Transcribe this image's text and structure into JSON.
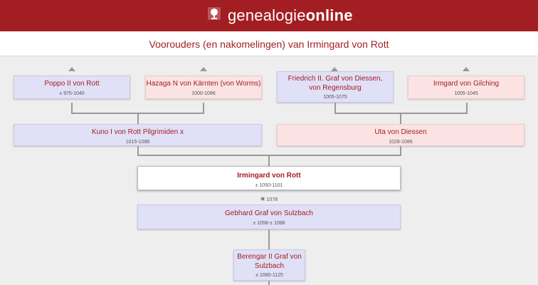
{
  "header": {
    "brand_regular": "genealogie",
    "brand_bold": "online"
  },
  "page": {
    "title": "Voorouders (en nakomelingen) van Irmingard von Rott"
  },
  "grandparents": [
    {
      "name": "Poppo II von Rott",
      "dates": "± 975-1040"
    },
    {
      "name": "Hazaga N von Kärnten (von Worms)",
      "dates": "1000-1086"
    },
    {
      "name": "Friedrich II. Graf von Diessen, von Regensburg",
      "dates": "1005-1075"
    },
    {
      "name": "Irmgard von Gilching",
      "dates": "1005-1045"
    }
  ],
  "parents": [
    {
      "name": "Kuno I von Rott Pilgrimiden x",
      "dates": "1015-1086"
    },
    {
      "name": "Uta von Diessen",
      "dates": "1028-1086"
    }
  ],
  "subject": {
    "name": "Irmingard von Rott",
    "dates": "± 1050-1101"
  },
  "marriage": {
    "symbol": "✖",
    "year": "1078"
  },
  "spouse": {
    "name": "Gebhard Graf von Sulzbach",
    "dates": "± 1058-± 1088"
  },
  "child": {
    "name": "Berengar II Graf von Sulzbach",
    "dates": "± 1080-1125"
  },
  "colors": {
    "brand": "#a31e22",
    "male": "#e0e0f7",
    "female": "#fbe3e3"
  }
}
